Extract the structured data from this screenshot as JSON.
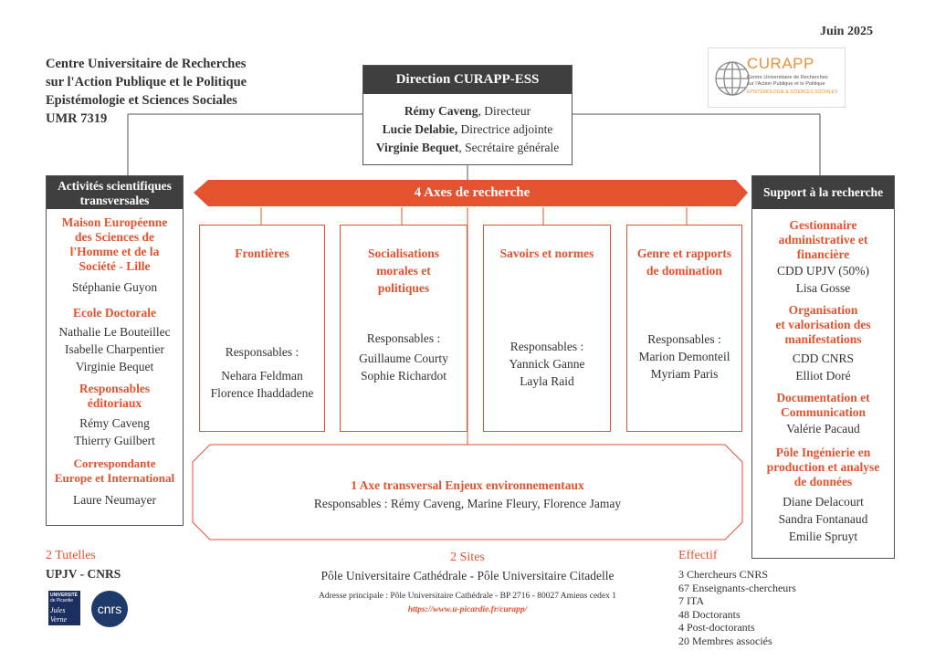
{
  "date": "Juin 2025",
  "org": {
    "line1": "Centre Universitaire de Recherches",
    "line2": "sur l'Action Publique et le Politique",
    "line3": "Epistémologie et Sciences Sociales",
    "line4": "UMR 7319"
  },
  "logo": {
    "name": "CURAPP",
    "sub1": "Centre Universitaire de Recherches",
    "sub2": "sur l'Action Publique et le Politique",
    "sub3": "EPISTÉMOLOGIE & SCIENCES SOCIALES"
  },
  "direction": {
    "title": "Direction CURAPP-ESS",
    "members": [
      {
        "name": "Rémy Caveng",
        "role": ", Directeur"
      },
      {
        "name": "Lucie Delabie,",
        "role": " Directrice adjointe"
      },
      {
        "name": "Virginie Bequet",
        "role": ", Secrétaire générale"
      }
    ]
  },
  "left": {
    "title": "Activités scientifiques transversales",
    "sections": [
      {
        "heading": [
          "Maison Européenne",
          "des Sciences de",
          "l'Homme et de la",
          "Société - Lille"
        ],
        "people": [
          "Stéphanie Guyon"
        ]
      },
      {
        "heading": [
          "Ecole Doctorale"
        ],
        "people": [
          "Nathalie Le Bouteillec",
          "Isabelle Charpentier",
          "Virginie Bequet"
        ]
      },
      {
        "heading": [
          "Responsables",
          "éditoriaux"
        ],
        "people": [
          "Rémy Caveng",
          "Thierry Guilbert"
        ]
      },
      {
        "heading": [
          "Correspondante",
          "Europe et International"
        ],
        "people": [
          "Laure Neumayer"
        ]
      }
    ]
  },
  "axes": {
    "banner": "4 Axes de recherche",
    "responsables_label": "Responsables :",
    "items": [
      {
        "title": [
          "Frontières"
        ],
        "people": [
          "Nehara Feldman",
          "Florence Ihaddadene"
        ]
      },
      {
        "title": [
          "Socialisations",
          "morales et",
          "politiques"
        ],
        "people": [
          "Guillaume Courty",
          "Sophie Richardot"
        ]
      },
      {
        "title": [
          "Savoirs et normes"
        ],
        "people": [
          "Yannick Ganne",
          "Layla Raid"
        ]
      },
      {
        "title": [
          "Genre  et  rapports",
          "de domination"
        ],
        "people": [
          "Marion Demonteil",
          "Myriam Paris"
        ]
      }
    ],
    "transversal_title": "1 Axe transversal Enjeux environnementaux",
    "transversal_people": "Responsables : Rémy Caveng, Marine Fleury, Florence Jamay"
  },
  "right": {
    "title": "Support à la recherche",
    "sections": [
      {
        "heading": [
          "Gestionnaire",
          "administrative et",
          "financière"
        ],
        "people": [
          "CDD UPJV (50%)",
          "Lisa Gosse"
        ]
      },
      {
        "heading": [
          "Organisation",
          "et valorisation des",
          "manifestations"
        ],
        "people": [
          "CDD CNRS",
          "Elliot Doré"
        ]
      },
      {
        "heading": [
          "Documentation et",
          "Communication"
        ],
        "people": [
          "Valérie Pacaud"
        ]
      },
      {
        "heading": [
          "Pôle Ingénierie en",
          "production et analyse",
          "de données"
        ],
        "people": [
          "Diane Delacourt",
          "Sandra Fontanaud",
          "Emilie Spruyt"
        ]
      }
    ]
  },
  "footer": {
    "tutelles_title": "2 Tutelles",
    "tutelles": "UPJV - CNRS",
    "upjv_logo": [
      "UNIVERSITÉ",
      "de Picardie",
      "Jules Verne"
    ],
    "cnrs_logo": "cnrs",
    "sites_title": "2 Sites",
    "sites": "Pôle Universitaire Cathédrale - Pôle Universitaire Citadelle",
    "address": "Adresse principale : Pôle Universitaire Cathédrale - BP 2716 - 80027 Amiens cedex 1",
    "url": "https://www.u-picardie.fr/curapp/",
    "effectif_title": "Effectif",
    "effectif": [
      "3 Chercheurs CNRS",
      "67 Enseignants-chercheurs",
      "7 ITA",
      "48 Doctorants",
      "4 Post-doctorants",
      "20 Membres associés"
    ]
  }
}
